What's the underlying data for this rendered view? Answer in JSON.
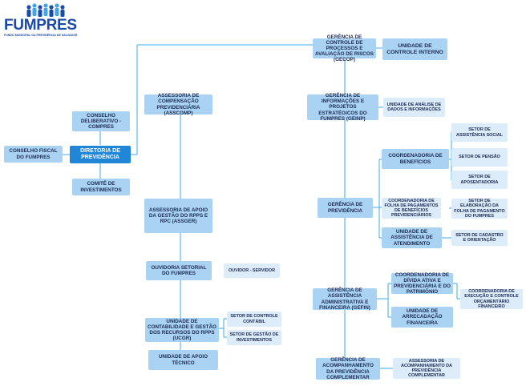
{
  "logo": {
    "title": "FUMPRES",
    "subtitle": "FUNDO MUNICIPAL DA PREVIDÊNCIA DE SALVADOR",
    "colors": {
      "dark": "#1b4aa7",
      "light": "#41a6e6"
    }
  },
  "colors": {
    "line": "#41a9ea",
    "box_dark": "#a9d2f3",
    "box_light": "#dcecfb",
    "main": "#1f86d8",
    "text": "#1c2b52"
  },
  "nodes": {
    "conselho_fiscal": "CONSELHO FISCAL DO FUMPRES",
    "conselho_deliberativo": "CONSELHO DELIBERATIVO - COMPRES",
    "diretoria": "DIRETORIA DE PREVIDÊNCIA",
    "comite": "COMITÊ DE INVESTIMENTOS",
    "asscomp": "ASSESSORIA DE COMPENSAÇÃO PREVIDENCIÁRIA (ASSCOMP)",
    "assger": "ASSESSORIA DE APOIO DA GESTÃO DO RPPS E RPC (ASSGER)",
    "ouvidoria": "OUVIDORIA SETORIAL DO FUMPRES",
    "ouvidor": "OUVIDOR - SERVIDOR",
    "ucgr": "UNIDADE DE CONTABILIDADE E GESTÃO DOS RECURSOS DO RPPS (UCGR)",
    "setor_contabil": "SETOR DE CONTROLE CONTÁBIL",
    "setor_investimentos": "SETOR DE GESTÃO DE INVESTIMENTOS",
    "apoio_tecnico": "UNIDADE DE APOIO TÉCNICO",
    "gecop": "GERÊNCIA DE CONTROLE DE PROCESSOS E AVALIAÇÃO DE RISCOS (GECOP)",
    "controle_interno": "UNIDADE DE CONTROLE INTERNO",
    "geinp": "GERÊNCIA DE INFORMAÇÕES E PROJETOS ESTRATÉGICOS DO FUMPRES (GEINP)",
    "analise_dados": "UNIDADE DE ANÁLISE DE DADOS E INFORMAÇÕES",
    "gerencia_previdencia": "GERÊNCIA DE PREVIDÊNCIA",
    "coord_beneficios": "COORDENADORIA DE BENEFÍCIOS",
    "setor_assistencia_social": "SETOR DE ASSISTÊNCIA SOCIAL",
    "setor_pensao": "SETOR DE PENSÃO",
    "setor_aposentadoria": "SETOR DE APOSENTADORIA",
    "coord_folha": "COORDENADORIA DE FOLHA DE PAGAMENTOS DE BENEFÍCIOS PREVIDENCIÁRIOS",
    "setor_folha": "SETOR DE ELABORAÇÃO DA FOLHA DE PAGAMENTO DO FUMPRES",
    "unidade_atendimento": "UNIDADE DE ASSISTÊNCIA DE ATENDIMENTO",
    "setor_cadastro": "SETOR DE CADASTRO E ORIENTAÇÃO",
    "gefin": "GERÊNCIA DE ASSISTÊNCIA ADMINISTRATIVA E FINANCEIRA (GEFIN)",
    "coord_divida": "COORDENADORIA DE DÍVIDA ATIVA E PREVIDENCIÁRIA E DO PATRIMÔNIO",
    "coord_orcamentaria": "COORDENADORIA DE EXECUÇÃO E CONTROLE ORÇAMENTÁRIO FINANCEIRO",
    "unidade_arrecadacao": "UNIDADE DE ARRECADAÇÃO FINANCEIRA",
    "gerencia_complementar": "GERÊNCIA DE ACOMPANHAMENTO DA PREVIDÊNCIA COMPLEMENTAR",
    "assessoria_complementar": "ASSESSORIA DE ACOMPANHAMENTO DA PREVIDÊNCIA COMPLEMENTAR"
  }
}
